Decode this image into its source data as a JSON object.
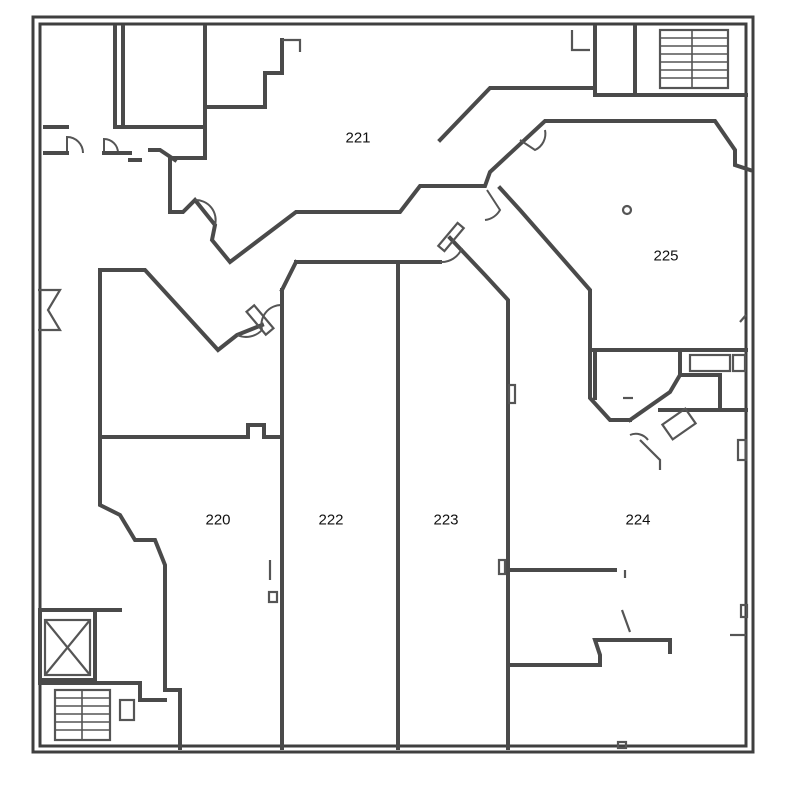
{
  "floor_plan": {
    "rooms": [
      {
        "id": "221",
        "label": "221"
      },
      {
        "id": "225",
        "label": "225"
      },
      {
        "id": "220",
        "label": "220"
      },
      {
        "id": "222",
        "label": "222"
      },
      {
        "id": "223",
        "label": "223"
      },
      {
        "id": "224",
        "label": "224"
      }
    ]
  },
  "colors": {
    "wall": "#4a4a4a",
    "background": "#ffffff",
    "text": "#111111"
  }
}
